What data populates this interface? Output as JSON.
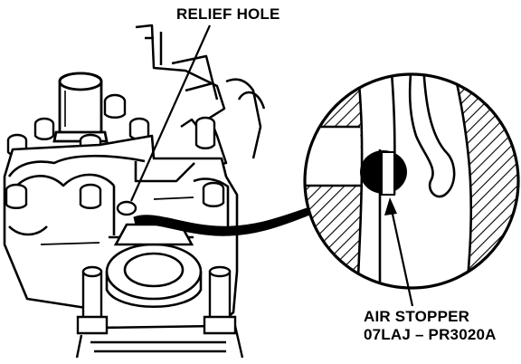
{
  "labels": {
    "relief_hole": "RELIEF HOLE",
    "air_stopper": "AIR STOPPER",
    "part_number": "07LAJ – PR3020A"
  },
  "colors": {
    "ink": "#000000",
    "paper": "#ffffff"
  }
}
